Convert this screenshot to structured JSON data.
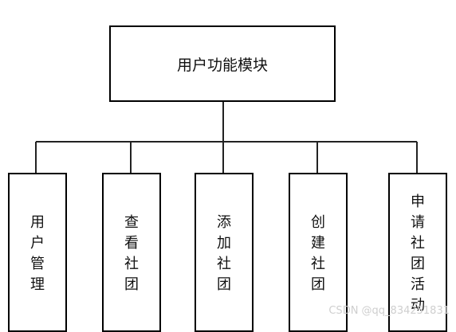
{
  "root": {
    "label": "用户功能模块"
  },
  "children": [
    {
      "label": "用户管理"
    },
    {
      "label": "查看社团"
    },
    {
      "label": "添加社团"
    },
    {
      "label": "创建社团"
    },
    {
      "label": "申请社团活动"
    }
  ],
  "watermark": "CSDN @qq_834251831"
}
